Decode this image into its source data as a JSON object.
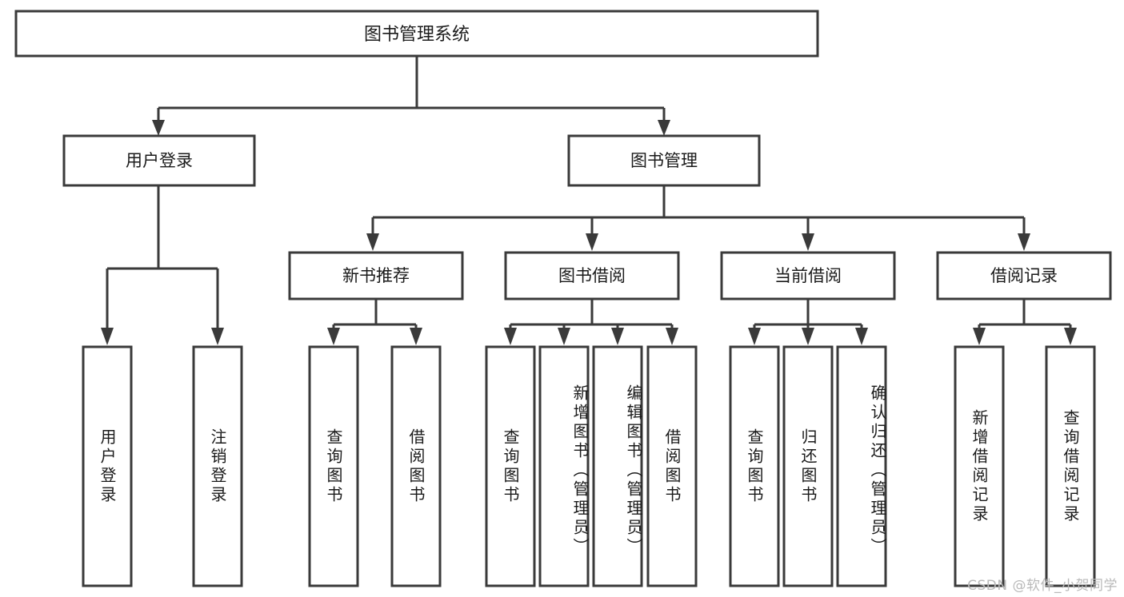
{
  "diagram": {
    "title": "图书管理系统",
    "watermark": "CSDN @软件_小贺同学",
    "colors": {
      "stroke": "#3a3a3a",
      "box_fill": "#ffffff",
      "text": "#1a1a1a",
      "background": "#ffffff",
      "watermark": "#b9b9b9"
    },
    "orientation": "top-down",
    "levels": 4,
    "nodes": {
      "root": {
        "label": "图书管理系统"
      },
      "level2": [
        {
          "id": "user-login",
          "label": "用户登录"
        },
        {
          "id": "book-manage",
          "label": "图书管理"
        }
      ],
      "level3": [
        {
          "id": "new-book-recommend",
          "label": "新书推荐",
          "parent": "book-manage"
        },
        {
          "id": "book-borrow",
          "label": "图书借阅",
          "parent": "book-manage"
        },
        {
          "id": "current-borrow",
          "label": "当前借阅",
          "parent": "book-manage"
        },
        {
          "id": "borrow-record",
          "label": "借阅记录",
          "parent": "book-manage"
        }
      ],
      "leaves": [
        {
          "id": "leaf-user-login",
          "label": "用户登录",
          "parent": "user-login"
        },
        {
          "id": "leaf-user-logout",
          "label": "注销登录",
          "parent": "user-login"
        },
        {
          "id": "leaf-query-book-1",
          "label": "查询图书",
          "parent": "new-book-recommend"
        },
        {
          "id": "leaf-borrow-book-1",
          "label": "借阅图书",
          "parent": "new-book-recommend"
        },
        {
          "id": "leaf-query-book-2",
          "label": "查询图书",
          "parent": "book-borrow"
        },
        {
          "id": "leaf-add-book",
          "label": "新增图书（管理员）",
          "parent": "book-borrow"
        },
        {
          "id": "leaf-edit-book",
          "label": "编辑图书（管理员）",
          "parent": "book-borrow"
        },
        {
          "id": "leaf-borrow-book-2",
          "label": "借阅图书",
          "parent": "book-borrow"
        },
        {
          "id": "leaf-query-book-3",
          "label": "查询图书",
          "parent": "current-borrow"
        },
        {
          "id": "leaf-return-book",
          "label": "归还图书",
          "parent": "current-borrow"
        },
        {
          "id": "leaf-confirm-return",
          "label": "确认归还（管理员）",
          "parent": "current-borrow"
        },
        {
          "id": "leaf-add-record",
          "label": "新增借阅记录",
          "parent": "borrow-record"
        },
        {
          "id": "leaf-query-record",
          "label": "查询借阅记录",
          "parent": "borrow-record"
        }
      ]
    }
  }
}
